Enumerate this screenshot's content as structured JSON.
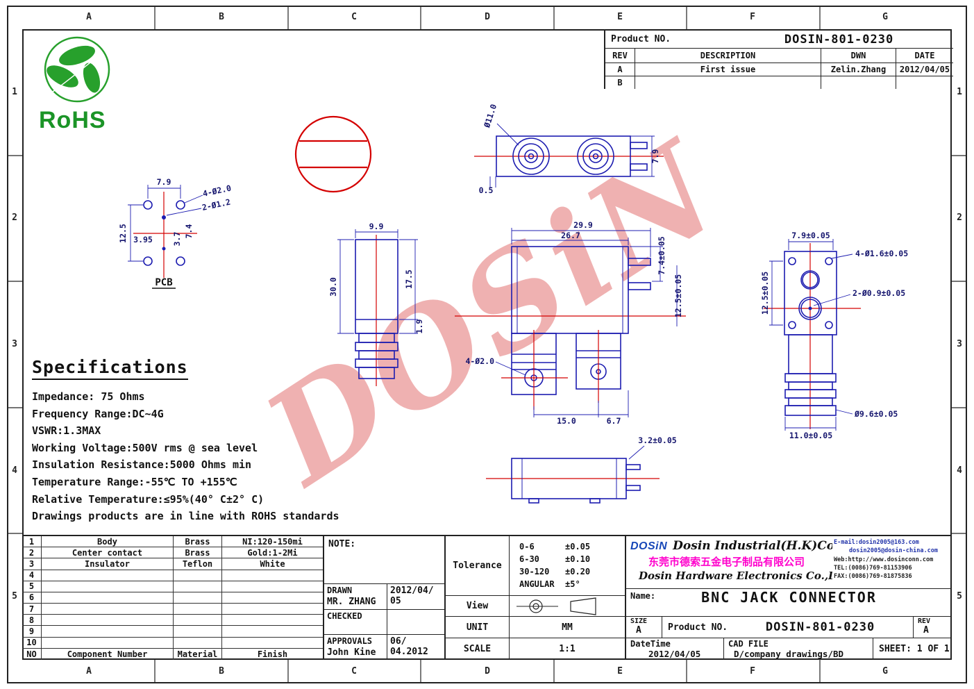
{
  "zones": {
    "cols": [
      "A",
      "B",
      "C",
      "D",
      "E",
      "F",
      "G"
    ],
    "rows": [
      "1",
      "2",
      "3",
      "4",
      "5"
    ]
  },
  "watermark_text": "DOSiN",
  "rohs_label": "RoHS",
  "rev_table": {
    "product_no_label": "Product NO.",
    "product_no": "DOSIN-801-0230",
    "headers": {
      "rev": "REV",
      "description": "DESCRIPTION",
      "dwn": "DWN",
      "date": "DATE"
    },
    "rows": [
      {
        "rev": "A",
        "description": "First issue",
        "dwn": "Zelin.Zhang",
        "date": "2012/04/05"
      },
      {
        "rev": "B",
        "description": "",
        "dwn": "",
        "date": ""
      }
    ]
  },
  "specs": {
    "title": "Specifications",
    "lines": [
      "Impedance: 75 Ohms",
      "Frequency Range:DC~4G",
      "VSWR:1.3MAX",
      "Working Voltage:500V rms @ sea level",
      "Insulation Resistance:5000 Ohms min",
      "Temperature Range:-55℃ TO +155℃",
      "Relative Temperature:≤95%(40° C±2° C)",
      "Drawings products are in line with ROHS standards"
    ]
  },
  "dims": {
    "pcb": {
      "w": "7.9",
      "holes4": "4-Ø2.0",
      "holes2": "2-Ø1.2",
      "h": "12.5",
      "a": "3.95",
      "b": "3.7",
      "c": "7.4",
      "label": "PCB"
    },
    "top": {
      "dia": "Ø11.0",
      "h": "7.9",
      "off": "0.5"
    },
    "side": {
      "w": "9.9",
      "h": "30.0",
      "a": "17.5",
      "b": "1.9"
    },
    "front": {
      "w1": "29.9",
      "w2": "26.7",
      "h1": "7.4±0.05",
      "h2": "12.5±0.05",
      "holes": "4-Ø2.0",
      "a": "15.0",
      "b": "6.7"
    },
    "right": {
      "w": "7.9±0.05",
      "holes4": "4-Ø1.6±0.05",
      "holes2": "2-Ø0.9±0.05",
      "h": "12.5±0.05",
      "dia": "Ø9.6±0.05",
      "w2": "11.0±0.05"
    },
    "bottom": {
      "t": "3.2±0.05"
    }
  },
  "component_table": {
    "headers": {
      "no": "NO",
      "name": "Component Number",
      "material": "Material",
      "finish": "Finish"
    },
    "rows": [
      {
        "no": "1",
        "name": "Body",
        "material": "Brass",
        "finish": "NI:120-150mi"
      },
      {
        "no": "2",
        "name": "Center contact",
        "material": "Brass",
        "finish": "Gold:1-2Mi"
      },
      {
        "no": "3",
        "name": "Insulator",
        "material": "Teflon",
        "finish": "White"
      },
      {
        "no": "4",
        "name": "",
        "material": "",
        "finish": ""
      },
      {
        "no": "5",
        "name": "",
        "material": "",
        "finish": ""
      },
      {
        "no": "6",
        "name": "",
        "material": "",
        "finish": ""
      },
      {
        "no": "7",
        "name": "",
        "material": "",
        "finish": ""
      },
      {
        "no": "8",
        "name": "",
        "material": "",
        "finish": ""
      },
      {
        "no": "9",
        "name": "",
        "material": "",
        "finish": ""
      },
      {
        "no": "10",
        "name": "",
        "material": "",
        "finish": ""
      }
    ]
  },
  "note_block": {
    "note_label": "NOTE:",
    "drawn_label": "DRAWN",
    "drawn_name": "MR. ZHANG",
    "drawn_date_line1": "2012/04/",
    "drawn_date_line2": "05",
    "checked_label": "CHECKED",
    "approvals_label": "APPROVALS",
    "approvals_name": "John Kine",
    "approvals_date_line1": "06/",
    "approvals_date_line2": "04.2012"
  },
  "tolerance_block": {
    "label": "Tolerance",
    "rows": [
      {
        "range": "0-6",
        "tol": "±0.05"
      },
      {
        "range": "6-30",
        "tol": "±0.10"
      },
      {
        "range": "30-120",
        "tol": "±0.20"
      },
      {
        "range": "ANGULAR",
        "tol": "±5°"
      }
    ]
  },
  "view_block": {
    "view_label": "View",
    "unit_label": "UNIT",
    "unit_value": "MM",
    "scale_label": "SCALE",
    "scale_value": "1:1"
  },
  "company": {
    "logo": "DOSiN",
    "name_hk": "Dosin Industrial(H.K)Co.Ltd",
    "name_cn": "东莞市德索五金电子制品有限公司",
    "name_en": "Dosin Hardware Electronics Co.,Ltd",
    "email1": "E-mail:dosin2005@163.com",
    "email2": "dosin2005@dosin-china.com",
    "web": "Web:http://www.dosinconn.com",
    "tel": "TEL:(0086)769-81153906",
    "fax": "FAX:(0086)769-81875836"
  },
  "title_block": {
    "name_label": "Name:",
    "name_value": "BNC JACK CONNECTOR",
    "size_label": "SIZE",
    "size_value": "A",
    "product_label": "Product NO.",
    "product_value": "DOSIN-801-0230",
    "rev_label": "REV",
    "rev_value": "A",
    "datetime_label": "DateTime",
    "datetime_value": "2012/04/05",
    "cadfile_label": "CAD FILE",
    "cadfile_value": "D/company drawings/BD",
    "sheet_value": "SHEET: 1 OF 1"
  }
}
